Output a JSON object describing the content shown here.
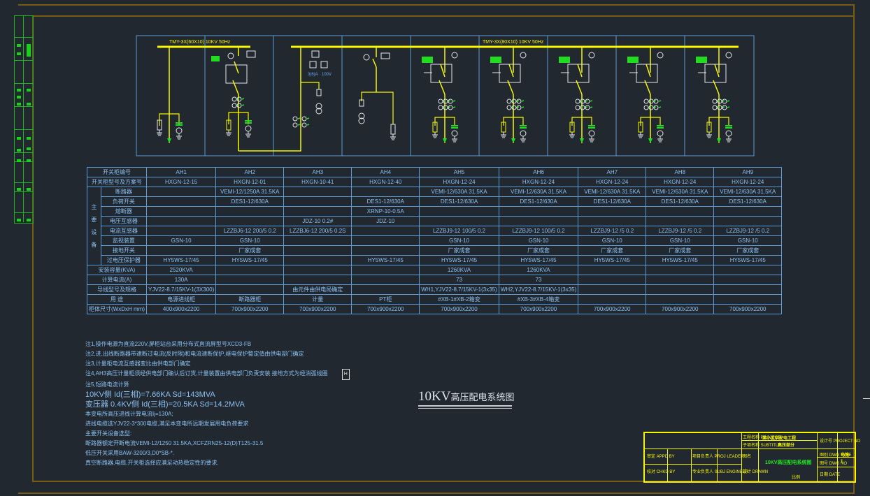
{
  "drawing_title": "10KV",
  "drawing_title_cn": "高压配电系统图",
  "busbar_labels": [
    "TMY-3X(60X10) 10KV 50Hz",
    "TMY-3X(80X10) 10KV 50Hz"
  ],
  "pt_labels": {
    "ct": "3(6)A",
    "vt": "100V"
  },
  "table": {
    "header_label": "开关柜编号",
    "scheme_label": "开关柜型号及方案号",
    "main_equipment_label": "主要设备",
    "cabinets": [
      "AH1",
      "AH2",
      "AH3",
      "AH4",
      "AH5",
      "AH6",
      "AH7",
      "AH8",
      "AH9"
    ],
    "schemes": [
      "HXGN-12-15",
      "HXGN-12-01",
      "HXGN-10-41",
      "HXGN-12-40",
      "HXGN-12-24",
      "HXGN-12-24",
      "HXGN-12-24",
      "HXGN-12-24",
      "HXGN-12-24"
    ],
    "equipment_rows": [
      {
        "label": "断路器",
        "values": [
          "",
          "VEMI-12/1250A 31.5KA",
          "",
          "",
          "VEMI-12/630A 31.5KA",
          "VEMI-12/630A 31.5KA",
          "VEMI-12/630A 31.5KA",
          "VEMI-12/630A 31.5KA",
          "VEMI-12/630A 31.5KA"
        ]
      },
      {
        "label": "负荷开关",
        "values": [
          "",
          "DES1-12/630A",
          "",
          "DES1-12/630A",
          "DES1-12/630A",
          "DES1-12/630A",
          "DES1-12/630A",
          "DES1-12/630A",
          "DES1-12/630A"
        ]
      },
      {
        "label": "熔断器",
        "values": [
          "",
          "",
          "",
          "XRNP-10-0.5A",
          "",
          "",
          "",
          "",
          ""
        ]
      },
      {
        "label": "电压互感器",
        "values": [
          "",
          "",
          "JDZ-10 0.2#",
          "JDZ-10",
          "",
          "",
          "",
          "",
          ""
        ]
      },
      {
        "label": "电流互感器",
        "values": [
          "",
          "LZZBJ6-12 200/5 0.2",
          "LZZBJ6-12 200/5 0.2S",
          "",
          "LZZBJ9-12 100/5 0.2",
          "LZZBJ9-12 100/5 0.2",
          "LZZBJ9-12 /5 0.2",
          "LZZBJ9-12 /5 0.2",
          "LZZBJ9-12 /5 0.2"
        ]
      },
      {
        "label": "监视装置",
        "values": [
          "GSN-10",
          "GSN-10",
          "",
          "",
          "GSN-10",
          "GSN-10",
          "GSN-10",
          "GSN-10",
          "GSN-10"
        ]
      },
      {
        "label": "接地开关",
        "values": [
          "",
          "厂家成套",
          "",
          "",
          "厂家成套",
          "厂家成套",
          "厂家成套",
          "厂家成套",
          "厂家成套"
        ]
      },
      {
        "label": "过电压保护器",
        "values": [
          "HY5WS-17/45",
          "HY5WS-17/45",
          "",
          "HY5WS-17/45",
          "HY5WS-17/45",
          "HY5WS-17/45",
          "HY5WS-17/45",
          "HY5WS-17/45",
          "HY5WS-17/45"
        ]
      }
    ],
    "other_rows": [
      {
        "label": "安装容量(KVA)",
        "values": [
          "2520KVA",
          "",
          "",
          "",
          "1260KVA",
          "1260KVA",
          "",
          "",
          ""
        ]
      },
      {
        "label": "计算电流(A)",
        "values": [
          "130A",
          "",
          "",
          "",
          "73",
          "73",
          "",
          "",
          ""
        ]
      },
      {
        "label": "导线型号及规格",
        "values": [
          "YJV22-8.7/15KV-1(3X300)",
          "",
          "由元件由供电局确定",
          "",
          "WH1,YJV22-8.7/15KV-1(3x35)",
          "WH2,YJV22-8.7/15KV-1(3x35)",
          "",
          "",
          ""
        ]
      },
      {
        "label": "用    途",
        "values": [
          "电源进线柜",
          "断路器柜",
          "计量",
          "PT柜",
          "#XB-1#XB-2箱变",
          "#XB-3#XB-4箱变",
          "",
          "",
          ""
        ]
      },
      {
        "label": "柜体尺寸(WxDxH mm)",
        "values": [
          "400x900x2200",
          "700x900x2200",
          "700x900x2200",
          "700x900x2200",
          "700x900x2200",
          "700x900x2200",
          "700x900x2200",
          "700x900x2200",
          "700x900x2200"
        ]
      }
    ]
  },
  "notes": [
    {
      "text": "注1,操作电源为直流220V,屏柜站台采用分布式直流屏型号XCD3-FB",
      "big": false
    },
    {
      "text": "注2,进,出线断路器带速断过电流(反时限)和电流速断保护,继电保护整定值由供电部门确定",
      "big": false
    },
    {
      "text": "注3,计量柜电流互感器变比由供电部门确定",
      "big": false
    },
    {
      "text": "注4,AH3高压计量柜须经供电部门确认后订货,计量装置由供电部门负责安装     接地方式为经消弧线圈",
      "big": false,
      "badge": "H"
    },
    {
      "text": "注5,短路电流计算",
      "big": false
    },
    {
      "text": "10KV侧 Id(三相)=7.66KA Sd=143MVA",
      "big": true
    },
    {
      "text": "变压器 0.4KV侧 Id(三相)=20.5KA Sd=14.2MVA",
      "big": true
    },
    {
      "text": "本变电所高压进线计算电流Ij=130A;",
      "big": false
    },
    {
      "text": "进线电缆选YJV22-3*300电缆,满足本变电所远期发展用电负荷要求",
      "big": false
    },
    {
      "text": "主要开关设备选型:",
      "big": false
    },
    {
      "text": "断路器额定开断电流VEMI-12/1250 31.5KA,XCFZRN25-12(D)T125-31.5",
      "big": false
    },
    {
      "text": "低压开关采用BAW-3200/3,D0*SB-*.",
      "big": false
    },
    {
      "text": "真空断路器,电缆,开关柜选择应满足动热稳定性的要求.",
      "big": false
    }
  ],
  "title_block": {
    "project_label": "工程名称 PROJECT",
    "project_value": "某小区供配电工程",
    "subtitle_label": "子项名称 SUBTITLE",
    "subtitle_value": "高压部分",
    "appd_label": "审定 APPD BY",
    "chkd_label": "校对 CHKD BY",
    "proj_leader_label": "项目负责人 PROJ LEADER",
    "subj_engineer_label": "专业负责人 SUBJ ENGINEER",
    "drawing_label": "图名",
    "drawn_label": "设计 DRAWN",
    "drawing_name": "10KV高压配电系统图",
    "scale_label": "比例",
    "project_no_label": "设计号 PROJECT NO",
    "dwg_type_label": "图别 DWG TYPE",
    "dwg_type_value": "电施",
    "dwg_no_label": "图号 DWG NO",
    "dwg_no_value": "1",
    "date_label": "日期 DATE"
  }
}
